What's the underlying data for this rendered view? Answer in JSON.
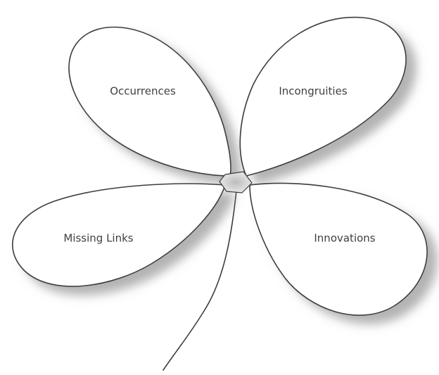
{
  "diagram": {
    "petals": [
      {
        "key": "occurrences",
        "label": "Occurrences"
      },
      {
        "key": "incongruities",
        "label": "Incongruities"
      },
      {
        "key": "missing_links",
        "label": "Missing Links"
      },
      {
        "key": "innovations",
        "label": "Innovations"
      }
    ]
  },
  "colors": {
    "outline": "#3c3c3c",
    "petal_fill": "#ffffff",
    "shadow": "#9a9a9a",
    "center": "#d6d6d6",
    "label_text": "#3f3f3f"
  }
}
